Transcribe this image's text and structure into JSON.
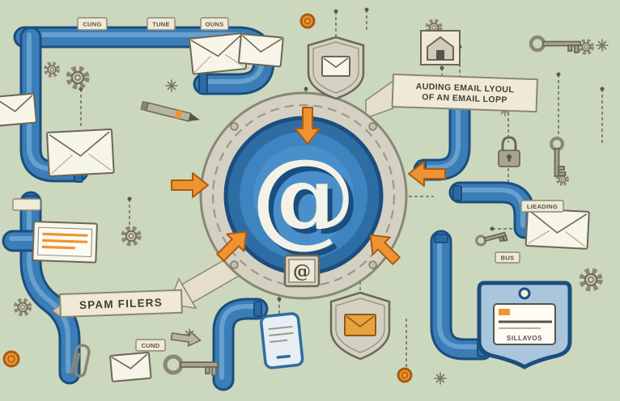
{
  "background": "#ccd8bd",
  "colors": {
    "pipe": "#3b7db6",
    "pipe_dark": "#1b4e7e",
    "pipe_light": "#6ea6d2",
    "accent_orange": "#ef9330",
    "accent_orange_dark": "#a85c12",
    "ring_gray": "#d4d1c2",
    "inner_blue": "#3d84c0",
    "paper": "#efe9d6",
    "ink": "#55534a"
  },
  "center": {
    "at": "@",
    "badge_at": "@"
  },
  "banners": {
    "email_loop_line1": "AUDING EMAIL LYOUL",
    "email_loop_line2": "OF AN EMAIL LOPP",
    "spam": "SPAM FILERS"
  },
  "tags": {
    "top1": "CUNG",
    "top2": "TUNE",
    "top3": "OUNS",
    "heading": "LIEADING",
    "pipe": "BUS",
    "bottom": "CUND"
  },
  "device": {
    "caption": "SILLAVOS"
  },
  "icon_names": [
    "at-symbol",
    "envelope",
    "shield",
    "padlock",
    "key",
    "gear",
    "paperclip",
    "house",
    "smartphone",
    "coin",
    "orange-arrow",
    "pipe",
    "ribbon-banner",
    "sparkle",
    "pencil",
    "dashed-connector"
  ]
}
